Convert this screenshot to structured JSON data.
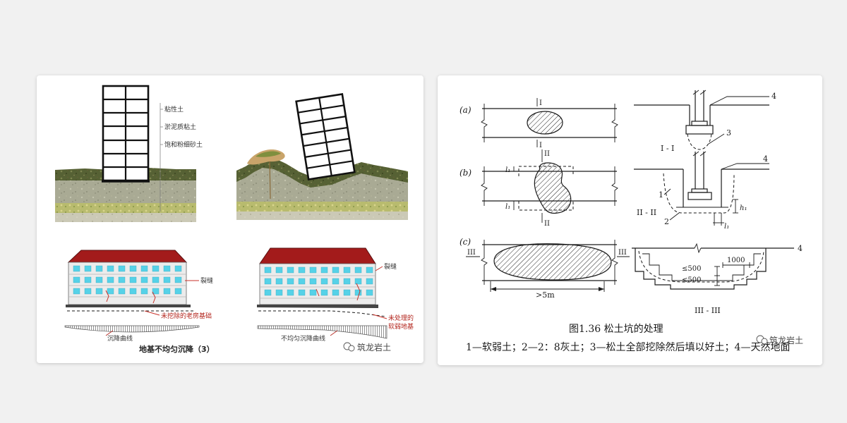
{
  "left_panel": {
    "soil_layers": [
      {
        "label": "粘性土"
      },
      {
        "label": "淤泥质粘土"
      },
      {
        "label": "饱和粉细砂土"
      }
    ],
    "left_building": {
      "crack_label": "裂缝",
      "old_foundation_label": "未挖除的老房基础",
      "settlement_label": "沉降曲线"
    },
    "right_building": {
      "crack_label": "裂缝",
      "soft_ground_label_lines": [
        "未处理的",
        "软弱地基"
      ],
      "settlement_label": "不均匀沉降曲线"
    },
    "caption": "地基不均匀沉降（3）",
    "watermark": "筑龙岩土"
  },
  "right_panel": {
    "case_a": {
      "label": "(a)",
      "section_mark": "I",
      "section_title": "I - I",
      "callouts": [
        "4",
        "3"
      ]
    },
    "case_b": {
      "label": "(b)",
      "section_mark": "II",
      "section_title": "II - II",
      "callouts": [
        "4",
        "1",
        "2"
      ],
      "dims": [
        "l₁",
        "l₁",
        "h₁",
        "l₁"
      ]
    },
    "case_c": {
      "label": "(c)",
      "section_mark": "III",
      "section_title": "III - III",
      "callouts": [
        "4"
      ],
      "length_dim": ">5m",
      "dims": [
        "≤500",
        "≤500",
        "1000"
      ]
    },
    "figure_caption": "图1.36  松土坑的处理",
    "legend": "1—软弱土；2—2：8灰土；3—松土全部挖除然后填以好土；4—天然地面",
    "watermark": "筑龙岩土"
  },
  "colors": {
    "roof": "#a31b1b",
    "window": "#56d2e8",
    "crack": "#c8322a",
    "ink": "#1a1a1a"
  }
}
